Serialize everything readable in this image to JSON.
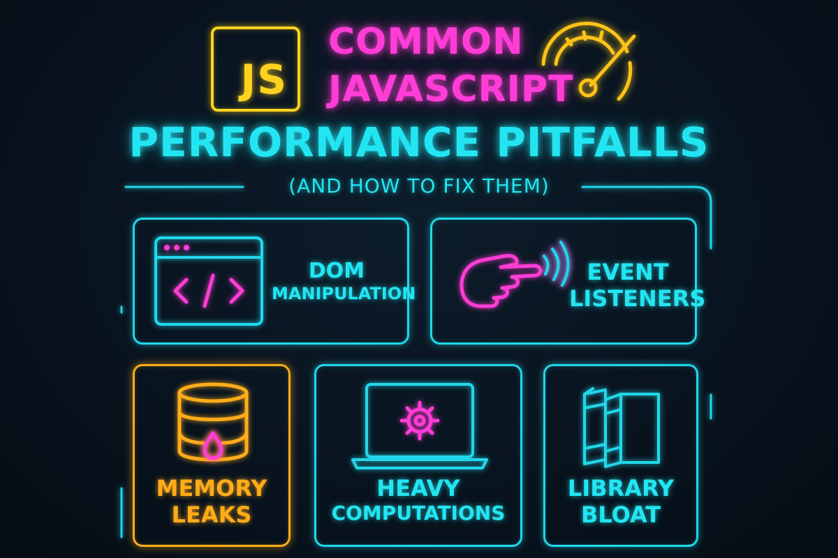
{
  "header": {
    "logo_text": "JS",
    "title_line1": "COMMON",
    "title_line2": "JAVASCRIPT",
    "subtitle": "PERFORMANCE PITFALLS",
    "tagline": "(AND HOW TO FIX THEM)"
  },
  "cards": [
    {
      "line1": "DOM",
      "line2": "MANIPULATION",
      "icon": "code-window-icon"
    },
    {
      "line1": "EVENT",
      "line2": "LISTENERS",
      "icon": "pointing-hand-icon"
    },
    {
      "line1": "MEMORY",
      "line2": "LEAKS",
      "icon": "database-leak-icon"
    },
    {
      "line1": "HEAVY",
      "line2": "COMPUTATIONS",
      "icon": "laptop-gear-icon"
    },
    {
      "line1": "LIBRARY",
      "line2": "BLOAT",
      "icon": "books-icon"
    }
  ],
  "colors": {
    "background": "#08131e",
    "cyan": "#23e5f2",
    "magenta": "#ff3dd6",
    "yellow": "#ffd21f",
    "orange": "#ffac1a"
  }
}
